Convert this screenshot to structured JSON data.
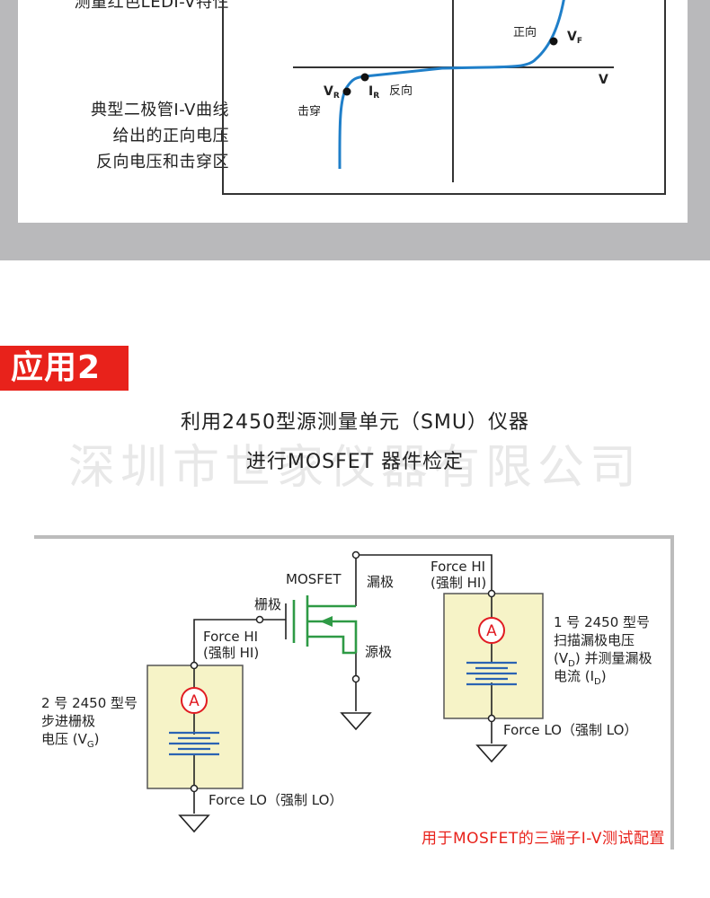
{
  "iv_figure": {
    "top_caption": "测量红色LEDI-V特性",
    "caption_lines": [
      "典型二极管I-V曲线",
      "给出的正向电压",
      "反向电压和击穿区"
    ],
    "labels": {
      "forward": "正向",
      "vf": "V",
      "vf_sub": "F",
      "v_axis": "V",
      "vr": "V",
      "vr_sub": "R",
      "ir": "I",
      "ir_sub": "R",
      "reverse": "反向",
      "breakdown": "击穿"
    },
    "colors": {
      "curve": "#1f7fc9",
      "axis": "#333333",
      "point": "#111111"
    }
  },
  "section2": {
    "badge": "应用2",
    "headline_1": "利用2450型源测量单元（SMU）仪器",
    "headline_2": "进行MOSFET 器件检定",
    "watermark": "深圳市世家仪器有限公司",
    "badge_color": "#e8221b"
  },
  "mosfet_diagram": {
    "mosfet": "MOSFET",
    "drain": "漏极",
    "gate": "栅极",
    "source": "源极",
    "right_force_hi_1": "Force HI",
    "right_force_hi_2": "(强制 HI)",
    "left_force_hi_1": "Force HI",
    "left_force_hi_2": "(强制 HI)",
    "right_desc": [
      "1 号 2450 型号",
      "扫描漏极电压",
      "(V",
      "D",
      ") 并测量漏极",
      "电流 (I",
      "D",
      ")"
    ],
    "left_desc": [
      "2 号 2450 型号",
      "步进栅极",
      "电压 (V",
      "G",
      ")"
    ],
    "right_force_lo": "Force LO（强制 LO）",
    "left_force_lo": "Force LO（强制 LO）",
    "ammeter": "A",
    "caption": "用于MOSFET的三端子I-V测试配置",
    "colors": {
      "smu_fill": "#f6f3c7",
      "smu_border": "#555555",
      "mosfet": "#2e9a45",
      "ammeter": "#e11b22",
      "battery": "#2b63b3",
      "wire": "#222222"
    }
  }
}
